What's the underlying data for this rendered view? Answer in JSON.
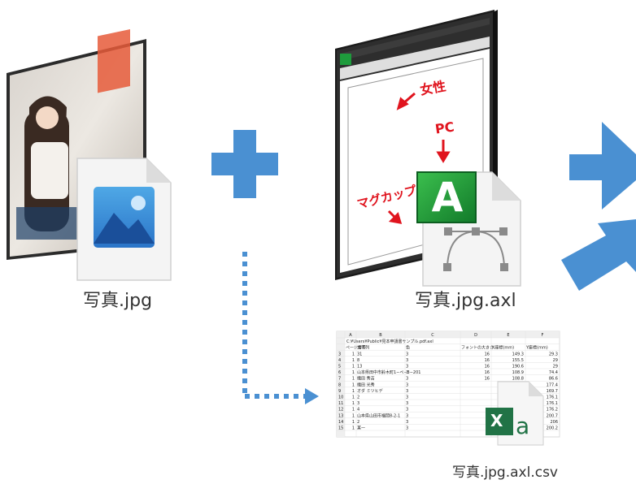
{
  "files": {
    "photo_label": "写真.jpg",
    "axl_label": "写真.jpg.axl",
    "csv_label": "写真.jpg.axl.csv"
  },
  "annotations": {
    "woman": "女性",
    "pc": "PC",
    "mug": "マグカップ"
  },
  "icons": {
    "axl_badge": "A",
    "excel_badge": "X",
    "excel_letter": "a"
  },
  "spreadsheet": {
    "columns": [
      "A",
      "B",
      "C",
      "D",
      "E",
      "F"
    ],
    "path_row": "C:¥Users¥Public¥見本申請書サンプル.pdf.axl",
    "headers": [
      "ページ番号",
      "文字列",
      "色",
      "フォントの大きさ",
      "X座標(mm)",
      "Y座標(mm)"
    ],
    "rows": [
      [
        "1",
        "31",
        "3",
        "16",
        "149.3",
        "29.3"
      ],
      [
        "1",
        "8",
        "3",
        "16",
        "155.5",
        "29"
      ],
      [
        "1",
        "13",
        "3",
        "16",
        "190.6",
        "29"
      ],
      [
        "1",
        "山本県田中市鈴木町1−ぺ−3−201",
        "3",
        "16",
        "108.9",
        "74.4"
      ],
      [
        "1",
        "織田 秀吉",
        "3",
        "16",
        "108.8",
        "86.6"
      ],
      [
        "1",
        "織田 光秀",
        "3",
        "",
        "",
        "177.4"
      ],
      [
        "1",
        "オダ ミツヒデ",
        "3",
        "",
        "",
        "169.7"
      ],
      [
        "1",
        "2",
        "3",
        "",
        "",
        "176.1"
      ],
      [
        "1",
        "3",
        "3",
        "",
        "",
        "176.1"
      ],
      [
        "1",
        "4",
        "3",
        "",
        "",
        "176.2"
      ],
      [
        "1",
        "山本県山田市福岡8-2-1",
        "3",
        "",
        "",
        "200.7"
      ],
      [
        "1",
        "2",
        "3",
        "",
        "",
        "206"
      ],
      [
        "1",
        "某一",
        "3",
        "",
        "",
        "200.2"
      ]
    ]
  },
  "colors": {
    "blue": "#4a90d2",
    "red": "#e0141e",
    "green": "#1e9b3c",
    "excel_green": "#217346"
  }
}
